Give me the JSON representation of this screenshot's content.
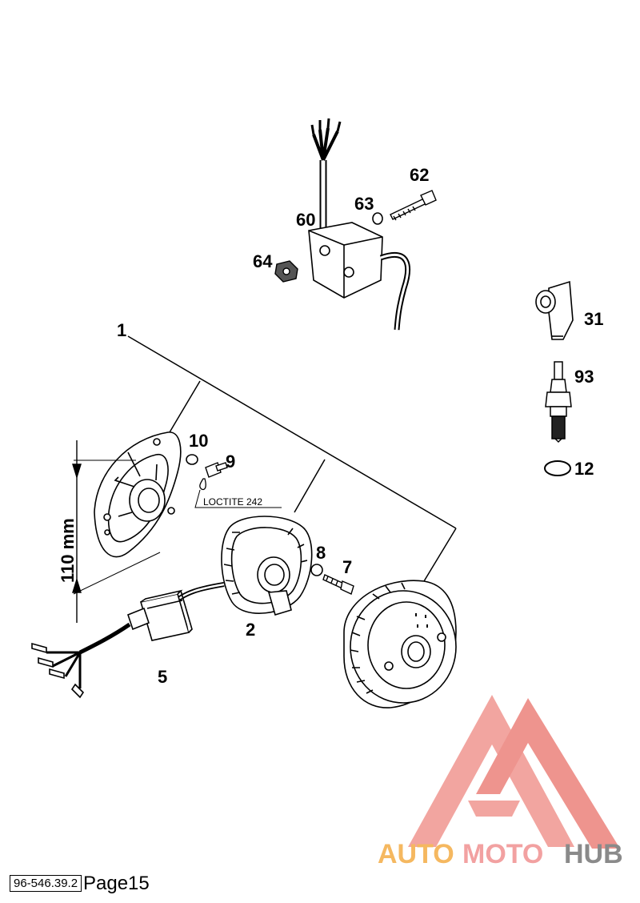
{
  "labels": {
    "p1": "1",
    "p2": "2",
    "p5": "5",
    "p7": "7",
    "p8": "8",
    "p9": "9",
    "p10": "10",
    "p12": "12",
    "p31": "31",
    "p60": "60",
    "p62": "62",
    "p63": "63",
    "p64": "64",
    "p93": "93",
    "loctite": "LOCTITE 242",
    "dimension": "110 mm"
  },
  "footer": {
    "doc_number": "96-546.39.2",
    "page": "Page15"
  },
  "logo": {
    "part1": "AUTO",
    "part2": "MOTO",
    "part3": "HUB",
    "color_auto": "#f5b860",
    "color_moto": "#f2a1a1",
    "color_hub": "#8a8a8a",
    "triangle_color": "#ef9a94"
  }
}
